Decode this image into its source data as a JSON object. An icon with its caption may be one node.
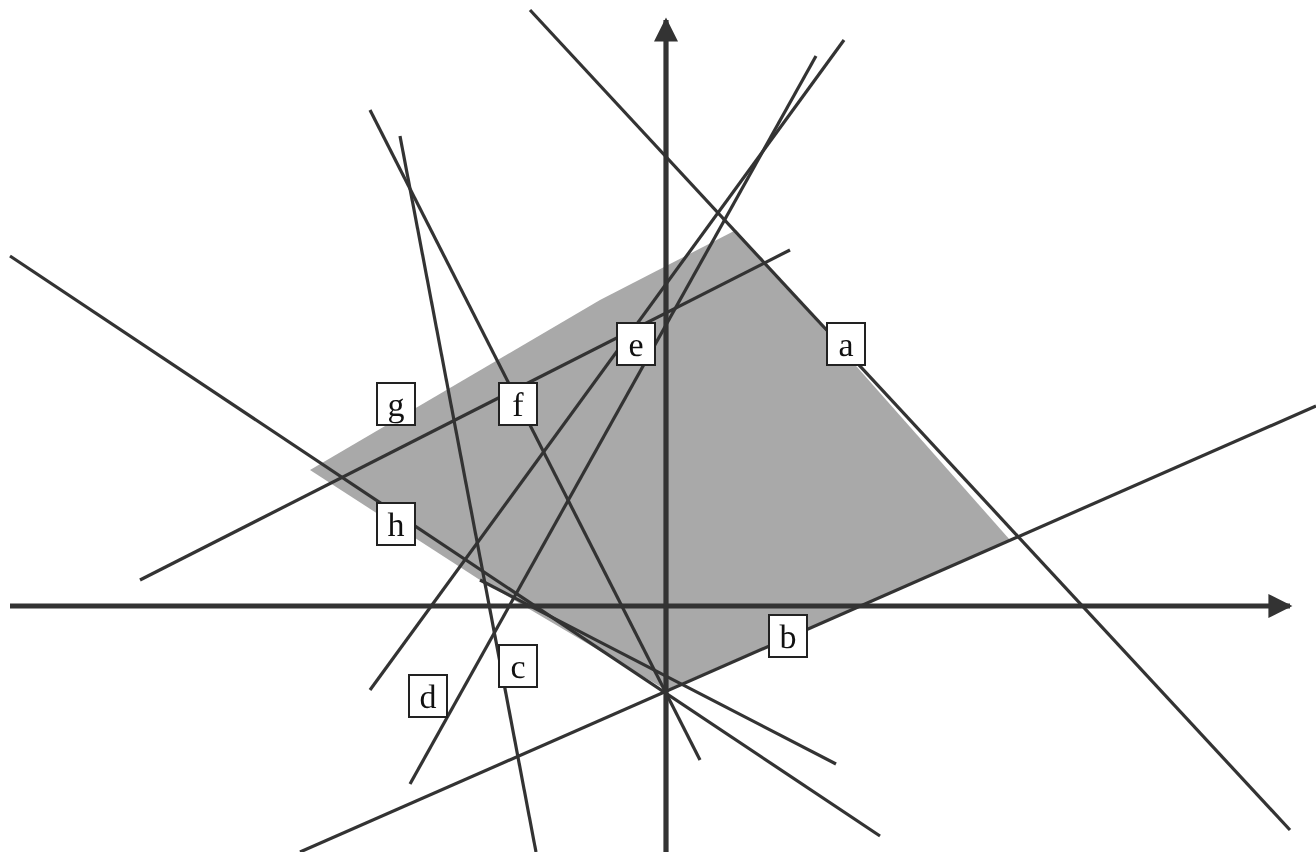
{
  "diagram": {
    "labels": [
      "e",
      "a",
      "g",
      "f",
      "h",
      "b",
      "c",
      "d"
    ]
  }
}
